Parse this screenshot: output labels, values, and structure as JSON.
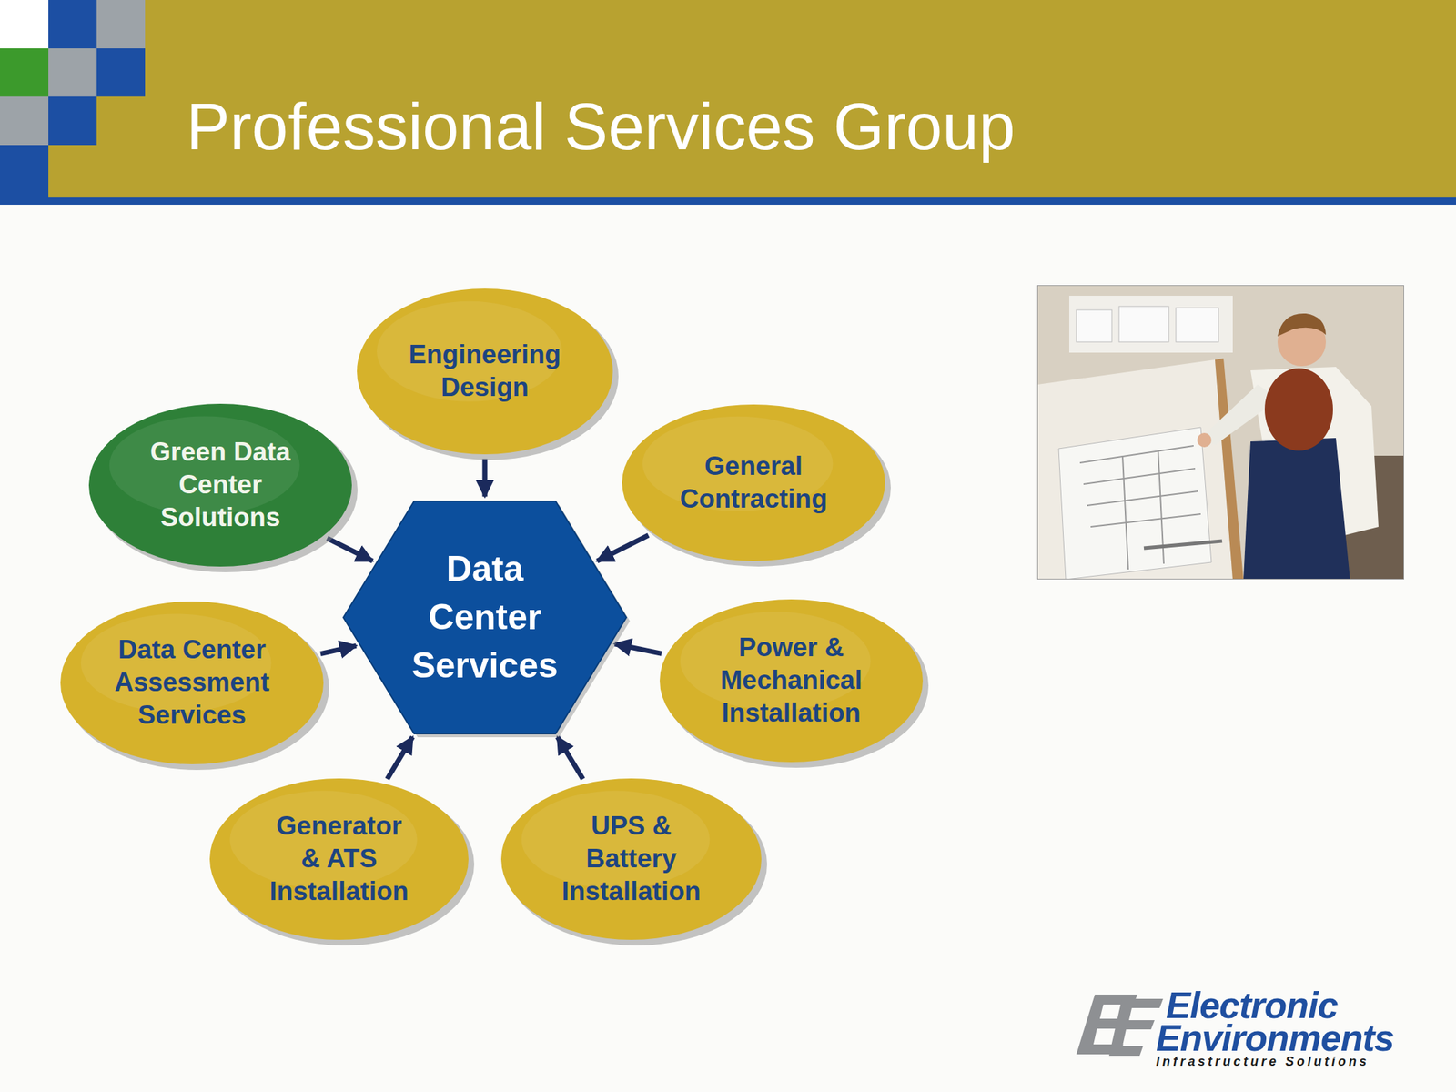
{
  "diagram": {
    "title": "Professional Services Group",
    "nodes": [
      {
        "text": [
          "Engineering Design"
        ]
      },
      {
        "text": [
          "Green Data Center Solutions"
        ]
      },
      {
        "text": [
          "General Contracting"
        ]
      },
      {
        "text": [
          "Data Center Services"
        ]
      },
      {
        "text": [
          "Data Center Assessment Services"
        ]
      },
      {
        "text": [
          "Power & Mechanical Installation"
        ]
      },
      {
        "text": [
          "Generator & ATS Installation"
        ]
      },
      {
        "text": [
          "UPS & Battery Installation"
        ]
      }
    ],
    "edges": [
      {
        "from": 0,
        "to": 3,
        "arrow": "to"
      },
      {
        "from": 1,
        "to": 3,
        "arrow": "to"
      },
      {
        "from": 2,
        "to": 3,
        "arrow": "to"
      },
      {
        "from": 4,
        "to": 3,
        "arrow": "to"
      },
      {
        "from": 5,
        "to": 3,
        "arrow": "to"
      },
      {
        "from": 6,
        "to": 3,
        "arrow": "to"
      },
      {
        "from": 7,
        "to": 3,
        "arrow": "to"
      }
    ],
    "labels": [
      "Electronic",
      "Environments",
      "Infrastructure Solutions"
    ]
  }
}
